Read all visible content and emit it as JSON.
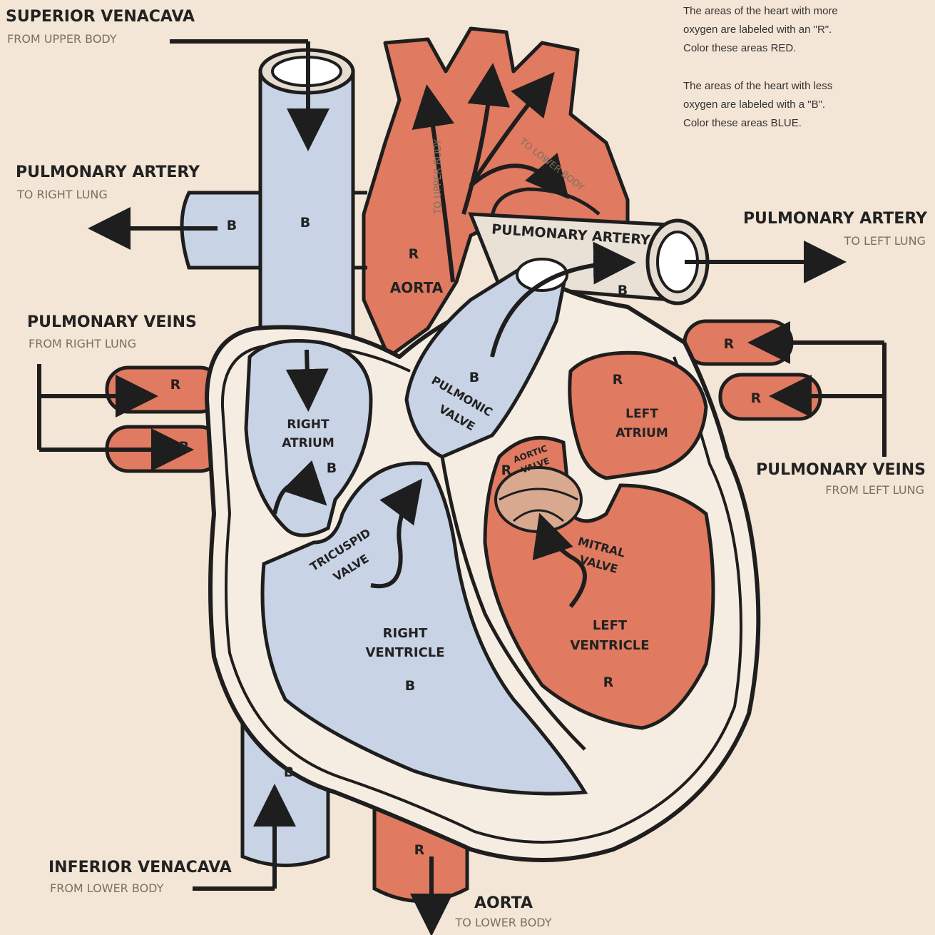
{
  "instructions": {
    "red_line1": "The areas of the heart with more",
    "red_line2": "oxygen are labeled with an \"R\".",
    "red_line3": "Color these areas RED.",
    "blue_line1": "The areas of the heart with less",
    "blue_line2": "oxygen are labeled with a \"B\".",
    "blue_line3": "Color these areas BLUE."
  },
  "labels": {
    "superior_vena_cava": "SUPERIOR VENACAVA",
    "superior_vena_cava_sub": "FROM UPPER BODY",
    "pulmonary_artery_right": "PULMONARY ARTERY",
    "pulmonary_artery_right_sub": "TO RIGHT LUNG",
    "pulmonary_veins_right": "PULMONARY VEINS",
    "pulmonary_veins_right_sub": "FROM RIGHT LUNG",
    "pulmonary_artery_left": "PULMONARY ARTERY",
    "pulmonary_artery_left_sub": "TO LEFT LUNG",
    "pulmonary_veins_left": "PULMONARY VEINS",
    "pulmonary_veins_left_sub": "FROM LEFT LUNG",
    "inferior_vena_cava": "INFERIOR VENACAVA",
    "inferior_vena_cava_sub": "FROM LOWER BODY",
    "aorta_bottom": "AORTA",
    "aorta_bottom_sub": "TO LOWER BODY",
    "aorta_top": "AORTA",
    "aorta_upper_body": "TO UPPER BODY",
    "aorta_lower_body": "TO LOWER BODY",
    "pulmonary_artery_center": "PULMONARY ARTERY",
    "pulmonic_valve_1": "PULMONIC",
    "pulmonic_valve_2": "VALVE",
    "right_atrium_1": "RIGHT",
    "right_atrium_2": "ATRIUM",
    "left_atrium_1": "LEFT",
    "left_atrium_2": "ATRIUM",
    "aortic_valve_1": "AORTIC",
    "aortic_valve_2": "VALVE",
    "tricuspid_valve_1": "TRICUSPID",
    "tricuspid_valve_2": "VALVE",
    "mitral_valve_1": "MITRAL",
    "mitral_valve_2": "VALVE",
    "right_ventricle_1": "RIGHT",
    "right_ventricle_2": "VENTRICLE",
    "left_ventricle_1": "LEFT",
    "left_ventricle_2": "VENTRICLE"
  },
  "letters": {
    "red": "R",
    "blue": "B"
  },
  "colors": {
    "red": "#e07a60",
    "blue": "#c9d3e6",
    "paper": "#f3e6d6",
    "ink": "#1e1e1e"
  }
}
